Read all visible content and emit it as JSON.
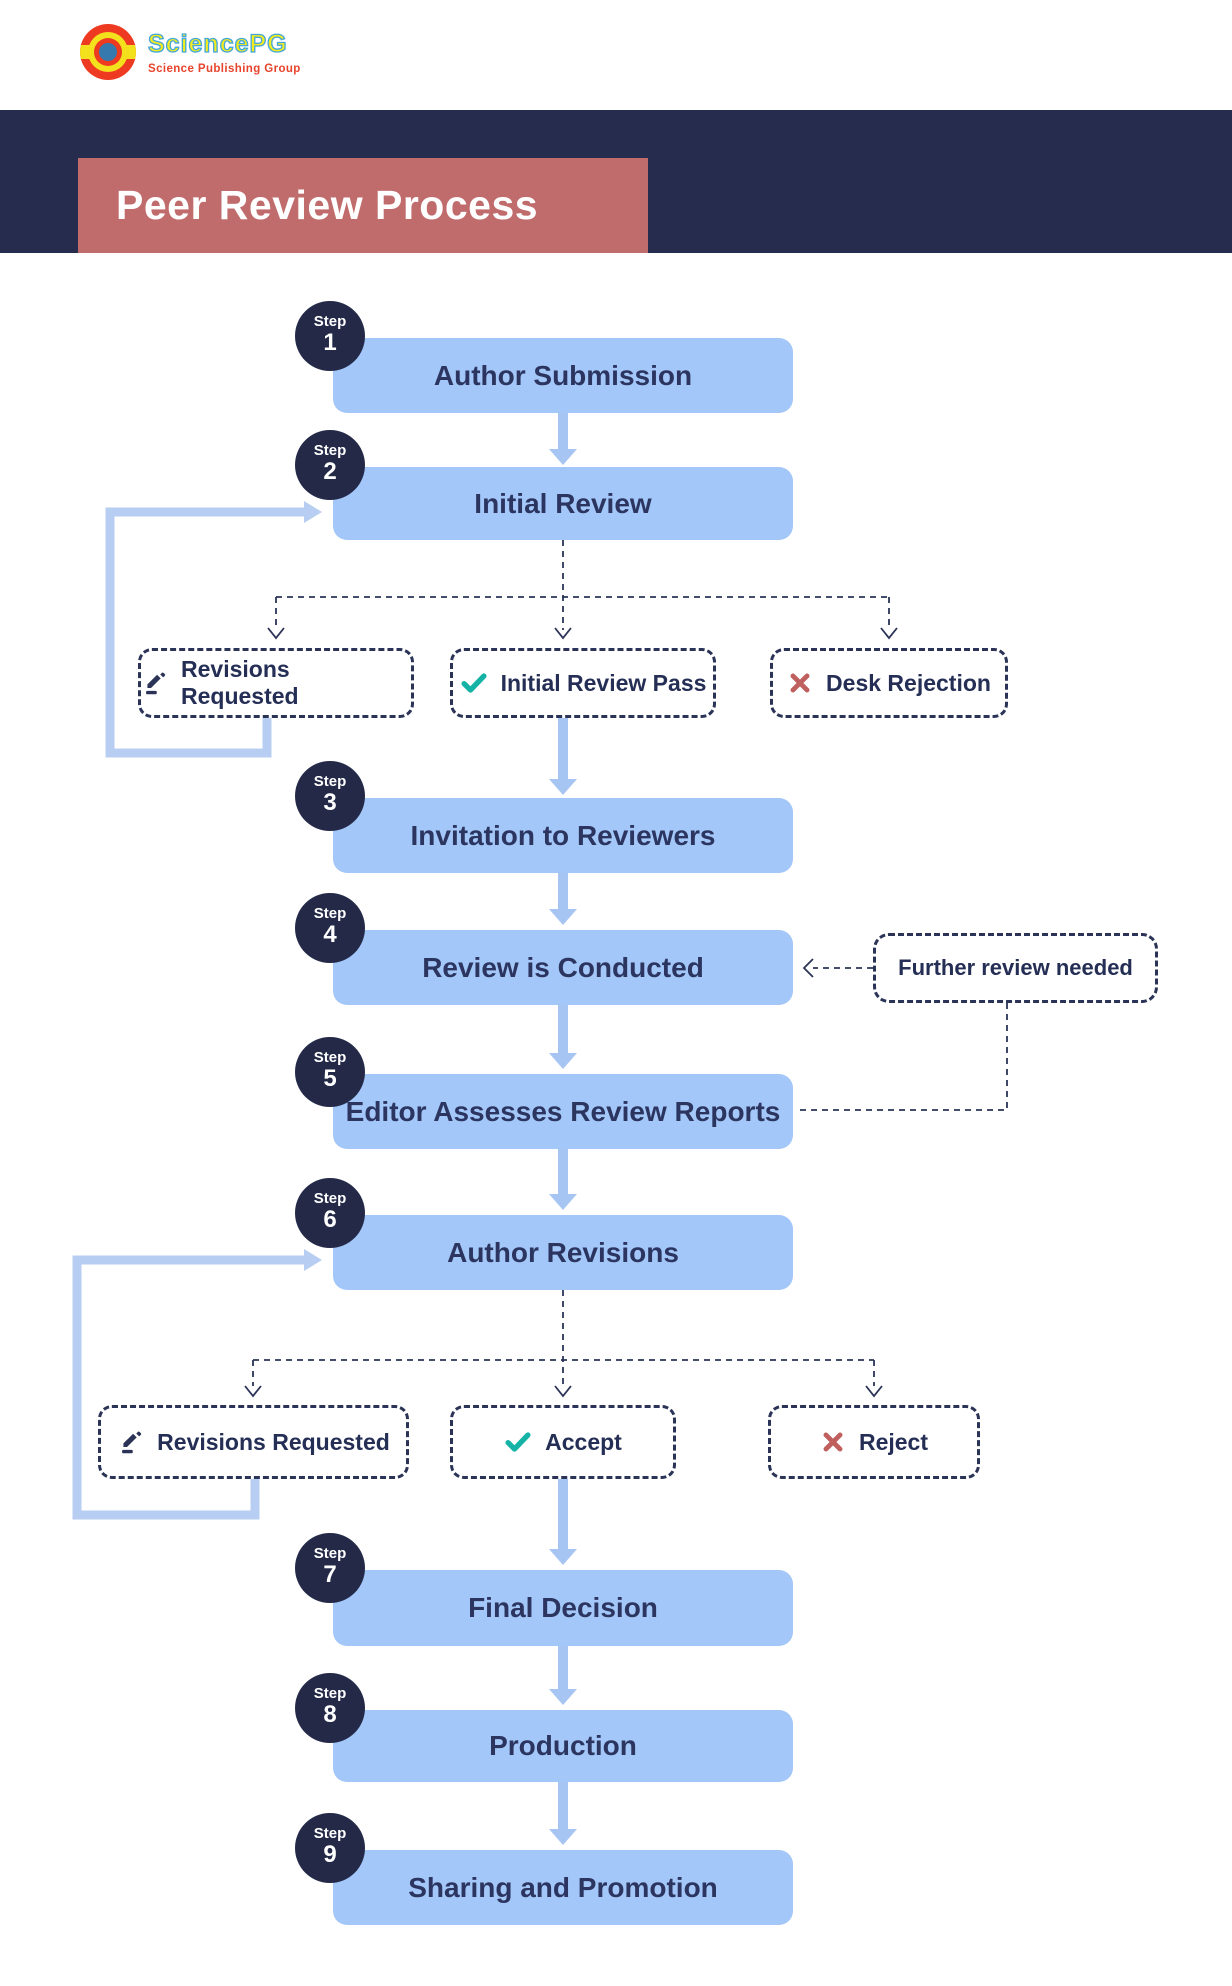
{
  "logo": {
    "brand": "SciencePG",
    "tagline": "Science Publishing Group",
    "mark": "concentric-rings-logo"
  },
  "header": {
    "title": "Peer Review Process"
  },
  "steps": [
    {
      "label": "Step",
      "number": "1",
      "title": "Author Submission"
    },
    {
      "label": "Step",
      "number": "2",
      "title": "Initial Review"
    },
    {
      "label": "Step",
      "number": "3",
      "title": "Invitation to Reviewers"
    },
    {
      "label": "Step",
      "number": "4",
      "title": "Review is Conducted"
    },
    {
      "label": "Step",
      "number": "5",
      "title": "Editor Assesses Review Reports"
    },
    {
      "label": "Step",
      "number": "6",
      "title": "Author Revisions"
    },
    {
      "label": "Step",
      "number": "7",
      "title": "Final Decision"
    },
    {
      "label": "Step",
      "number": "8",
      "title": "Production"
    },
    {
      "label": "Step",
      "number": "9",
      "title": "Sharing and Promotion"
    }
  ],
  "branch_after_initial_review": [
    {
      "icon": "pencil-icon",
      "label": "Revisions Requested"
    },
    {
      "icon": "check-icon",
      "label": "Initial Review Pass"
    },
    {
      "icon": "x-icon",
      "label": "Desk Rejection"
    }
  ],
  "branch_after_author_revisions": [
    {
      "icon": "pencil-icon",
      "label": "Revisions Requested"
    },
    {
      "icon": "check-icon",
      "label": "Accept"
    },
    {
      "icon": "x-icon",
      "label": "Reject"
    }
  ],
  "side_note": {
    "label": "Further review needed"
  },
  "colors": {
    "band_navy": "#262c4e",
    "circle_navy": "#232947",
    "box_blue": "#a3c7f8",
    "arrow_blue": "#a6c5f2",
    "loop_blue": "#b7cdf1",
    "title_salmon": "#c16c6c",
    "check_teal": "#14b3a6",
    "reject_red": "#c0605e",
    "text_navy": "#2b3560",
    "dash_navy": "#2b3457",
    "logo_red": "#ee3a20",
    "logo_yellow": "#f4e11d",
    "logo_blue": "#3579ae"
  }
}
